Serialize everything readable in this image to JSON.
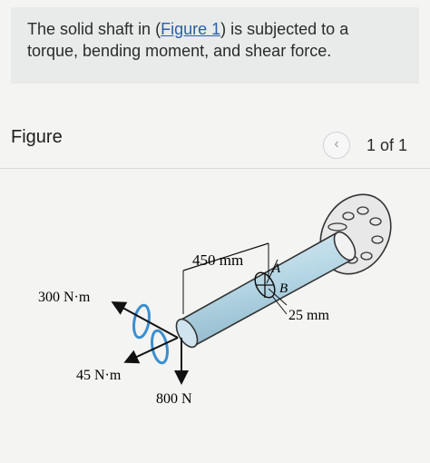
{
  "problem": {
    "text_before": "The solid shaft in (",
    "figure_link": "Figure 1",
    "text_after": ") is subjected to a torque, bending moment, and shear force."
  },
  "figure_panel": {
    "title": "Figure",
    "prev_icon": "chevron-left-icon",
    "page_indicator": "1 of 1"
  },
  "diagram": {
    "length_label": "450 mm",
    "torque_label": "300 N·m",
    "moment_label": "45 N·m",
    "force_label": "800 N",
    "radius_label": "25 mm",
    "point_a": "A",
    "point_b": "B"
  },
  "colors": {
    "shaft": "#b8d8e6",
    "accent_blue": "#3a8fd0",
    "link": "#2b5fa8"
  }
}
